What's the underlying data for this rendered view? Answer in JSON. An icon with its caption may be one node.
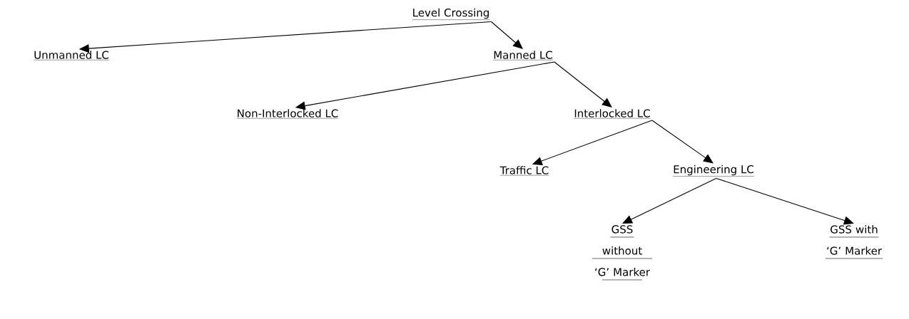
{
  "diagram": {
    "nodes": [
      {
        "text": [
          "Level Crossing"
        ]
      },
      {
        "text": [
          "Unmanned LC"
        ]
      },
      {
        "text": [
          "Manned LC"
        ]
      },
      {
        "text": [
          "Non-Interlocked LC"
        ]
      },
      {
        "text": [
          "Interlocked LC"
        ]
      },
      {
        "text": [
          "Traffic LC"
        ]
      },
      {
        "text": [
          "Engineering LC"
        ]
      },
      {
        "text": [
          "GSS without ‘G’ Marker"
        ]
      },
      {
        "text": [
          "GSS with ‘G’ Marker"
        ]
      }
    ],
    "edges": [
      {
        "from": 0,
        "to": 1,
        "arrow": "to"
      },
      {
        "from": 0,
        "to": 2,
        "arrow": "to"
      },
      {
        "from": 2,
        "to": 3,
        "arrow": "to"
      },
      {
        "from": 2,
        "to": 4,
        "arrow": "to"
      },
      {
        "from": 4,
        "to": 5,
        "arrow": "to"
      },
      {
        "from": 4,
        "to": 6,
        "arrow": "to"
      },
      {
        "from": 6,
        "to": 7,
        "arrow": "to"
      },
      {
        "from": 6,
        "to": 8,
        "arrow": "to"
      }
    ]
  }
}
